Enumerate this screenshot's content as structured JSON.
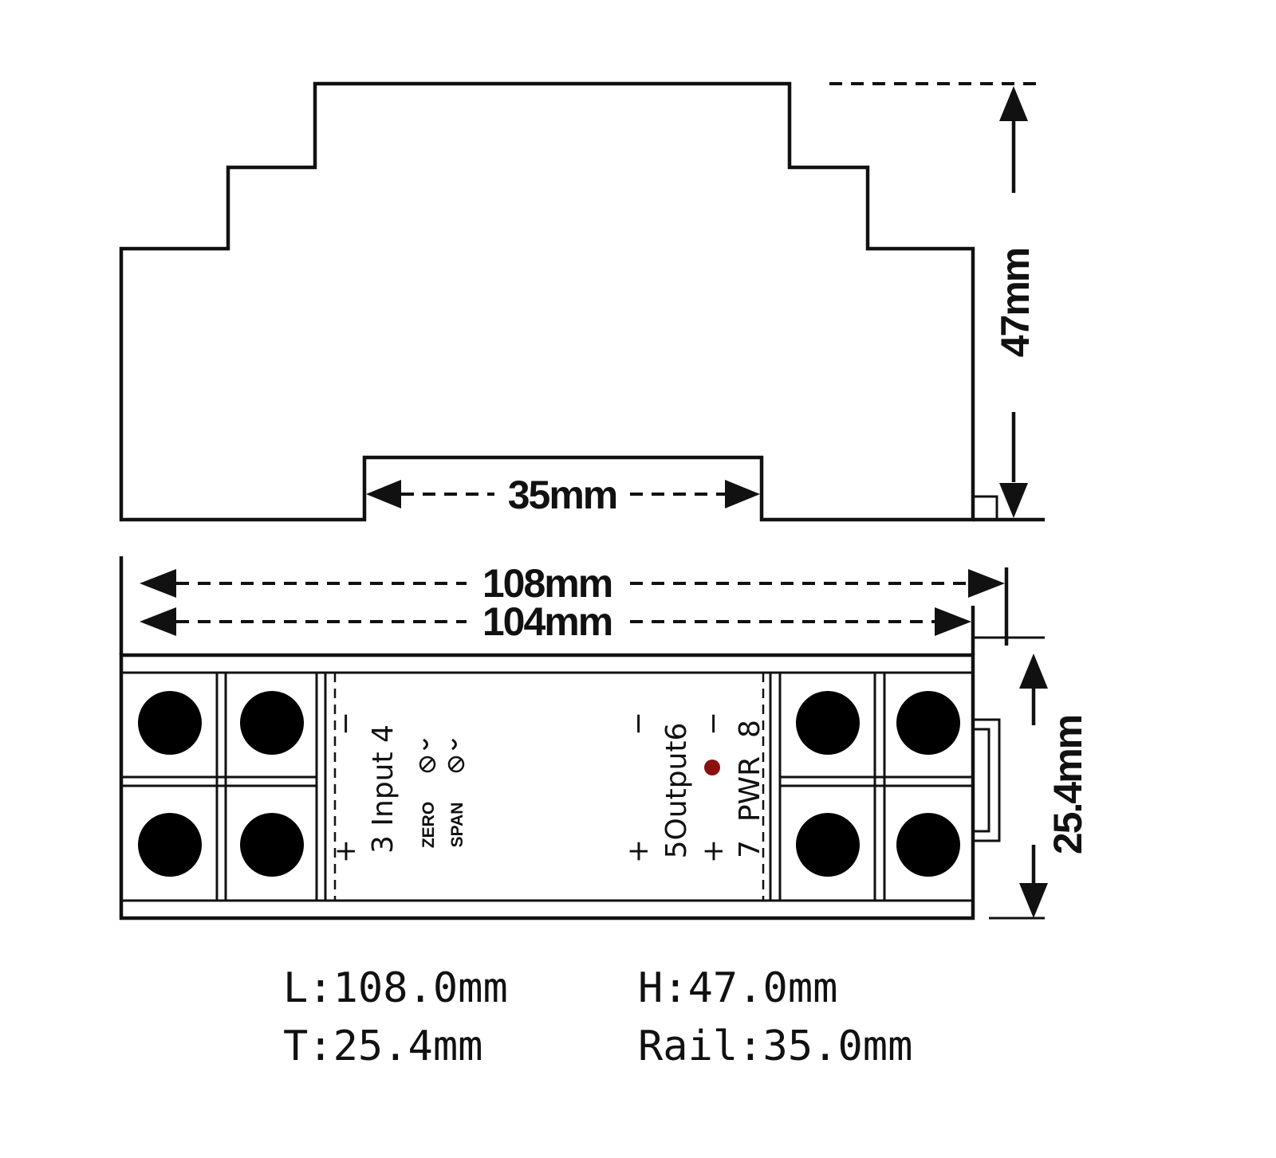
{
  "dimensions": {
    "height_label": "47mm",
    "rail_label": "35mm",
    "length_label": "108mm",
    "inner_length_label": "104mm",
    "thickness_label": "25.4mm"
  },
  "terminals": {
    "left_label": "3 Input 4",
    "left_plus": "+",
    "left_minus": "−",
    "zero": "ZERO",
    "span": "SPAN",
    "output_label": "5Output6",
    "output_plus": "+",
    "output_minus": "−",
    "pwr_label": "7  PWR  8",
    "pwr_plus": "+",
    "pwr_minus": "−"
  },
  "specs": {
    "length": "L:108.0mm",
    "height": "H:47.0mm",
    "thickness": "T:25.4mm",
    "rail": "Rail:35.0mm"
  },
  "colors": {
    "line": "#111111",
    "led": "#8b1010",
    "background": "#ffffff"
  }
}
